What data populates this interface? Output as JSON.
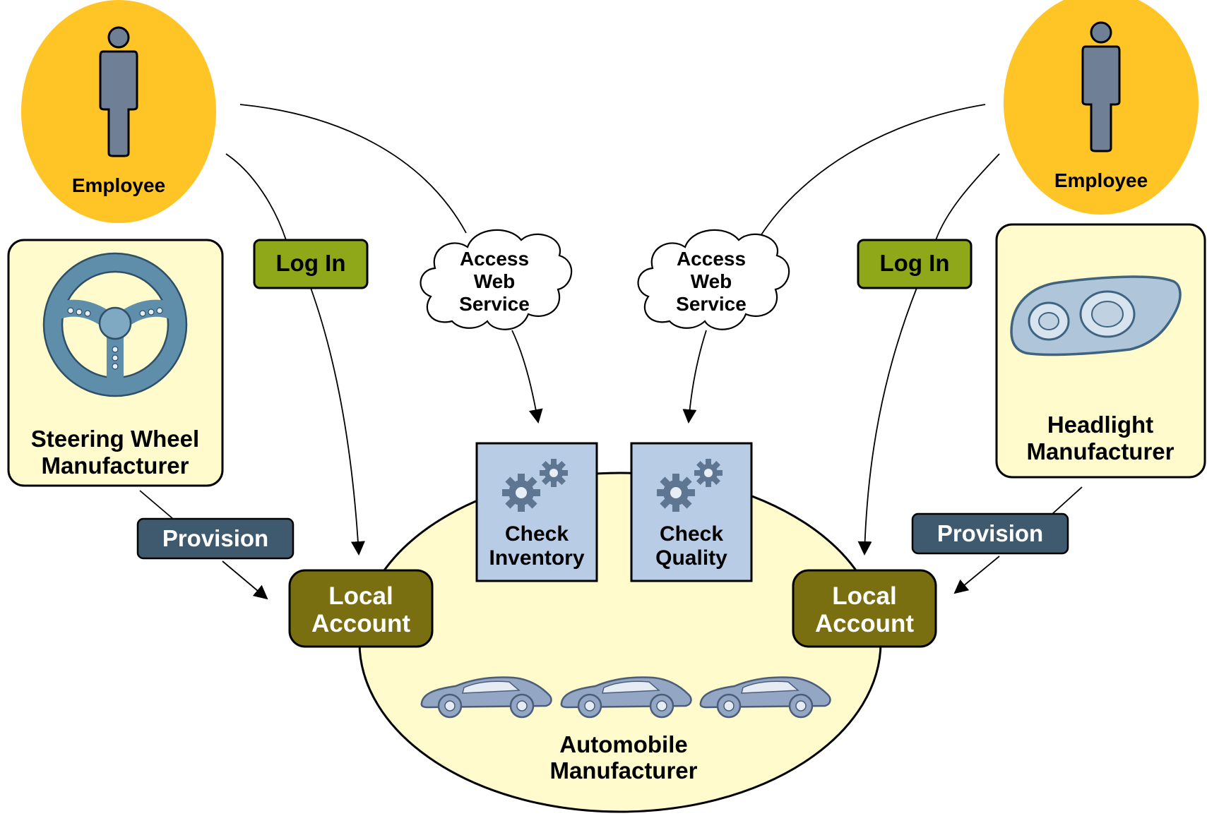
{
  "employees": [
    {
      "label": "Employee"
    },
    {
      "label": "Employee"
    }
  ],
  "manufacturers": {
    "steering": {
      "line1": "Steering Wheel",
      "line2": "Manufacturer"
    },
    "headlight": {
      "line1": "Headlight",
      "line2": "Manufacturer"
    },
    "automobile": {
      "line1": "Automobile",
      "line2": "Manufacturer"
    }
  },
  "actions": {
    "login_left": "Log In",
    "login_right": "Log In",
    "provision_left": "Provision",
    "provision_right": "Provision"
  },
  "clouds": {
    "left": {
      "line1": "Access",
      "line2": "Web",
      "line3": "Service"
    },
    "right": {
      "line1": "Access",
      "line2": "Web",
      "line3": "Service"
    }
  },
  "services": {
    "inventory": {
      "line1": "Check",
      "line2": "Inventory"
    },
    "quality": {
      "line1": "Check",
      "line2": "Quality"
    }
  },
  "accounts": {
    "left": {
      "line1": "Local",
      "line2": "Account"
    },
    "right": {
      "line1": "Local",
      "line2": "Account"
    }
  },
  "colors": {
    "employee_circle": "#FFC425",
    "pale_yellow": "#FFFBCC",
    "login_green": "#8FA81A",
    "provision_blue": "#3F5A6E",
    "account_olive": "#7A6F10",
    "service_blue": "#B9CCE6",
    "person_gray": "#6F7F96",
    "car_blue": "#93A6C4",
    "wheel_blue": "#5F8EAA"
  }
}
